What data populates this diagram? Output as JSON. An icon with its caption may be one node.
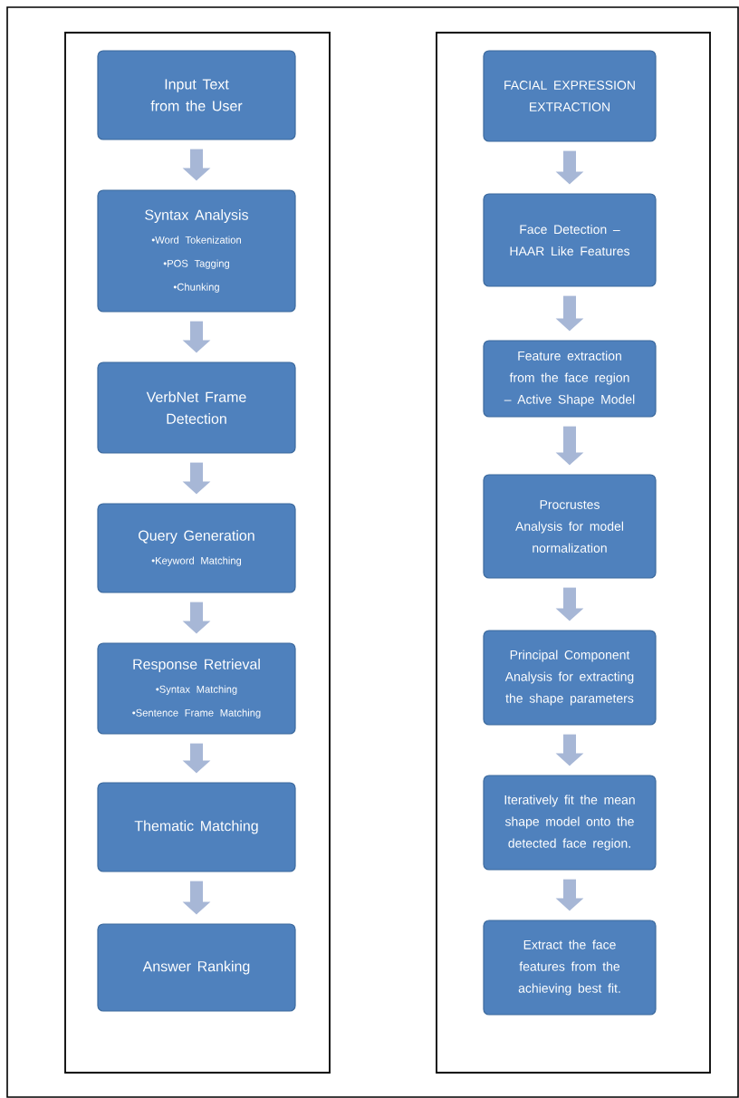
{
  "diagram": {
    "nodes": [
      {
        "text": [],
        "shape": "box"
      },
      {
        "text": [
          "Input Text from the User"
        ],
        "in": 0
      },
      {
        "text": [
          "Syntax Analysis",
          "•Word Tokenization",
          "•POS Tagging",
          "•Chunking"
        ],
        "in": 0
      },
      {
        "text": [
          "VerbNet Frame Detection"
        ],
        "in": 0
      },
      {
        "text": [
          "Query Generation",
          "•Keyword Matching"
        ],
        "in": 0
      },
      {
        "text": [
          "Response Retrieval",
          "•Syntax Matching",
          "•Sentence Frame Matching"
        ],
        "in": 0
      },
      {
        "text": [
          "Thematic Matching"
        ],
        "in": 0
      },
      {
        "text": [
          "Answer Ranking"
        ],
        "in": 0
      },
      {
        "text": [],
        "shape": "box"
      },
      {
        "text": [
          "FACIAL EXPRESSION EXTRACTION"
        ],
        "in": 8
      },
      {
        "text": [
          "Face Detection – HAAR Like Features"
        ],
        "in": 8
      },
      {
        "text": [
          "Feature extraction from the face region – Active Shape Model"
        ],
        "in": 8
      },
      {
        "text": [
          "Procrustes Analysis for model normalization"
        ],
        "in": 8
      },
      {
        "text": [
          "Principal Component Analysis for extracting the shape parameters"
        ],
        "in": 8
      },
      {
        "text": [
          "Iteratively fit the mean shape model onto the detected face region."
        ],
        "in": 8
      },
      {
        "text": [
          "Extract the face features from the achieving best fit."
        ],
        "in": 8
      }
    ],
    "edges": [
      {
        "from": 1,
        "to": 2,
        "arrow": "to"
      },
      {
        "from": 2,
        "to": 3,
        "arrow": "to"
      },
      {
        "from": 3,
        "to": 4,
        "arrow": "to"
      },
      {
        "from": 4,
        "to": 5,
        "arrow": "to"
      },
      {
        "from": 5,
        "to": 6,
        "arrow": "to"
      },
      {
        "from": 6,
        "to": 7,
        "arrow": "to"
      },
      {
        "from": 9,
        "to": 10,
        "arrow": "to"
      },
      {
        "from": 10,
        "to": 11,
        "arrow": "to"
      },
      {
        "from": 11,
        "to": 12,
        "arrow": "to"
      },
      {
        "from": 12,
        "to": 13,
        "arrow": "to"
      },
      {
        "from": 13,
        "to": 14,
        "arrow": "to"
      },
      {
        "from": 14,
        "to": 15,
        "arrow": "to"
      }
    ]
  }
}
